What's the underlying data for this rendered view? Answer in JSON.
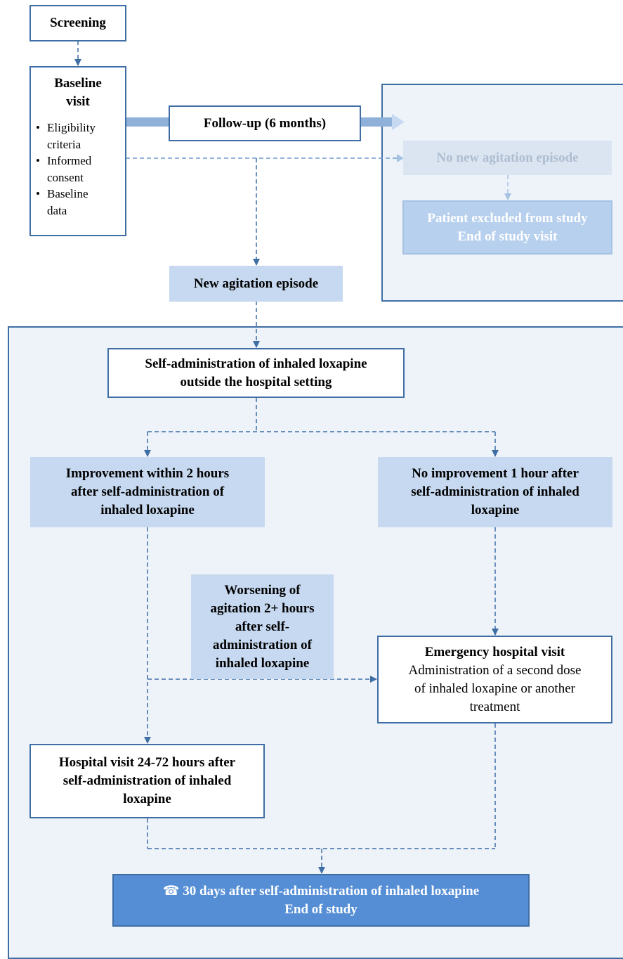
{
  "diagram": {
    "screening": "Screening",
    "baseline_visit": {
      "title_lines": [
        "Baseline",
        "visit"
      ],
      "items": [
        [
          "Eligibility",
          "criteria"
        ],
        [
          "Informed",
          "consent"
        ],
        [
          "Baseline",
          "data"
        ]
      ]
    },
    "follow_up": "Follow-up (6 months)",
    "no_new_episode": "No new agitation episode",
    "patient_excluded": [
      "Patient excluded from study",
      "End of study visit"
    ],
    "new_episode": "New agitation episode",
    "self_administration": [
      "Self-administration of inhaled loxapine",
      "outside the hospital setting"
    ],
    "improvement": [
      "Improvement within 2 hours",
      "after self-administration of",
      "inhaled loxapine"
    ],
    "no_improvement": [
      "No improvement 1 hour after",
      "self-administration of inhaled",
      "loxapine"
    ],
    "worsening": [
      "Worsening of",
      "agitation 2+ hours",
      "after self-",
      "administration of",
      "inhaled loxapine"
    ],
    "emergency_visit": {
      "title": "Emergency hospital visit",
      "body": [
        "Administration of a second dose",
        "of inhaled loxapine or another",
        "treatment"
      ]
    },
    "hospital_visit": [
      "Hospital visit 24-72 hours after",
      "self-administration of inhaled",
      "loxapine"
    ],
    "end_of_study": {
      "phone_icon": "☎",
      "lines": [
        "30 days after self-administration of inhaled loxapine",
        "End of study"
      ]
    }
  },
  "colors": {
    "border": "#3f6ea5",
    "light_fill": "#c6d9f0",
    "panel_fill": "#eef3f9",
    "dark_fill": "#558ed5",
    "faded_text": "#aebdd0"
  }
}
